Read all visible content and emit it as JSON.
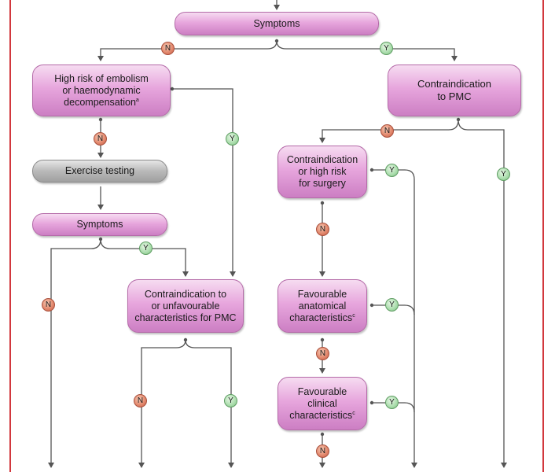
{
  "boxes": {
    "symptoms_top": "Symptoms",
    "high_risk": "High risk of embolism\nor haemodynamic\ndecompensation",
    "high_risk_note": "a",
    "contra_pmc": "Contraindication\nto PMC",
    "exercise_testing": "Exercise testing",
    "contra_surgery": "Contraindication\nor high risk\nfor surgery",
    "symptoms_mid": "Symptoms",
    "contra_unfav": "Contraindication to\nor unfavourable\ncharacteristics for PMC",
    "fav_anatomical": "Favourable\nanatomical\ncharacteristics",
    "fav_anatomical_note": "c",
    "fav_clinical": "Favourable\nclinical\ncharacteristics",
    "fav_clinical_note": "c"
  },
  "badges": {
    "no": "N",
    "yes": "Y"
  },
  "colors": {
    "frame_border": "#d2383e",
    "connector": "#555555",
    "box_fill": "#dc9ad3",
    "gray_box_fill": "#b5b5b5",
    "no_badge": "#e08468",
    "yes_badge": "#a6d8a8"
  }
}
